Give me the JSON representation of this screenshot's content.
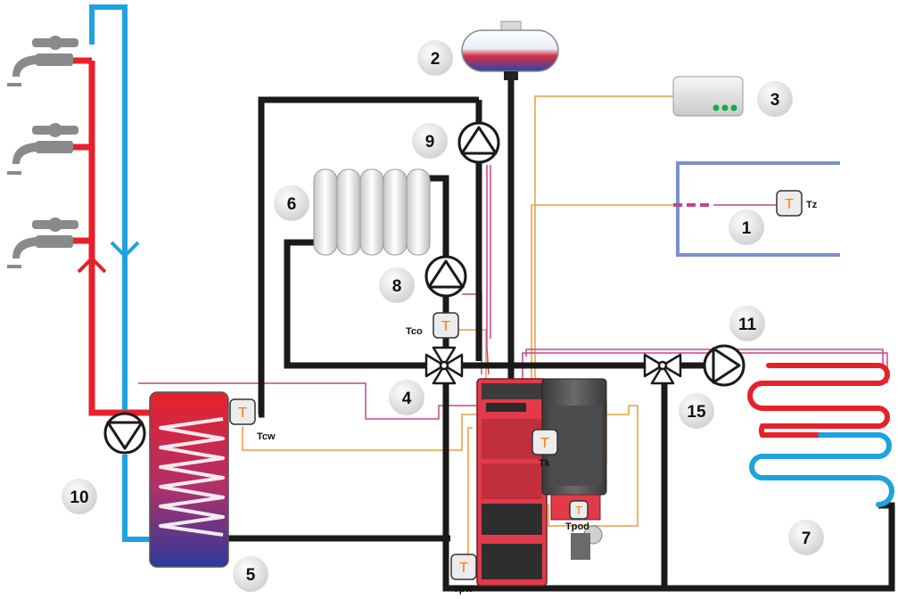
{
  "callouts": [
    {
      "id": "1",
      "label": "1"
    },
    {
      "id": "2",
      "label": "2"
    },
    {
      "id": "3",
      "label": "3"
    },
    {
      "id": "4",
      "label": "4"
    },
    {
      "id": "5",
      "label": "5"
    },
    {
      "id": "6",
      "label": "6"
    },
    {
      "id": "7",
      "label": "7"
    },
    {
      "id": "8",
      "label": "8"
    },
    {
      "id": "9",
      "label": "9"
    },
    {
      "id": "10",
      "label": "10"
    },
    {
      "id": "11",
      "label": "11"
    },
    {
      "id": "15",
      "label": "15"
    }
  ],
  "sensors": {
    "symbol": "T",
    "tz": "Tz",
    "tco": "Tco",
    "tcw": "Tcw",
    "tk": "Tk",
    "tpod": "Tpod",
    "tpw": "Tpw"
  },
  "colors": {
    "hot_pipe": "#e8202a",
    "cold_pipe": "#1ea2e0",
    "return_pipe": "#1a1a1a",
    "signal_wire": "#f09a3e",
    "control_wire": "#c0468e",
    "room_outline": "#7b8fce",
    "boiler_red": "#e23a48"
  }
}
